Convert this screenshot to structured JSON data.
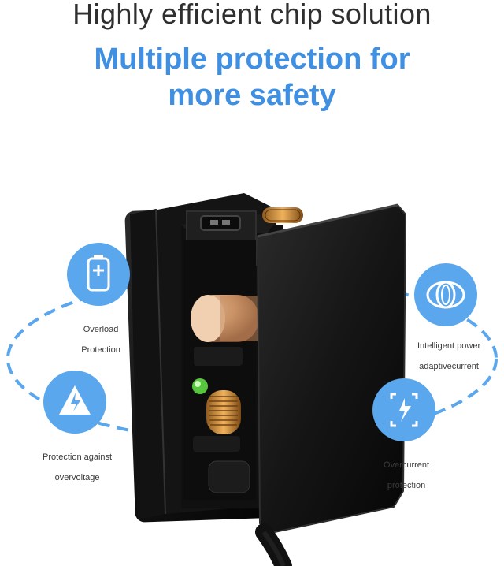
{
  "header": {
    "title": "Highly efficient chip solution",
    "subtitle_line1": "Multiple protection for",
    "subtitle_line2": "more safety"
  },
  "features": [
    {
      "icon": "battery-icon",
      "label_line1": "Overload",
      "label_line2": "Protection"
    },
    {
      "icon": "warning-triangle-icon",
      "label_line1": "Protection against",
      "label_line2": "overvoltage"
    },
    {
      "icon": "chip-loop-icon",
      "label_line1": "Intelligent power",
      "label_line2": "adaptivecurrent"
    },
    {
      "icon": "lightning-frame-icon",
      "label_line1": "Overcurrent",
      "label_line2": "protection"
    }
  ],
  "colors": {
    "accent": "#3f8fe3",
    "circle": "#5aa7ee",
    "device": "#1f1f1f",
    "text": "#2f2f2f"
  }
}
